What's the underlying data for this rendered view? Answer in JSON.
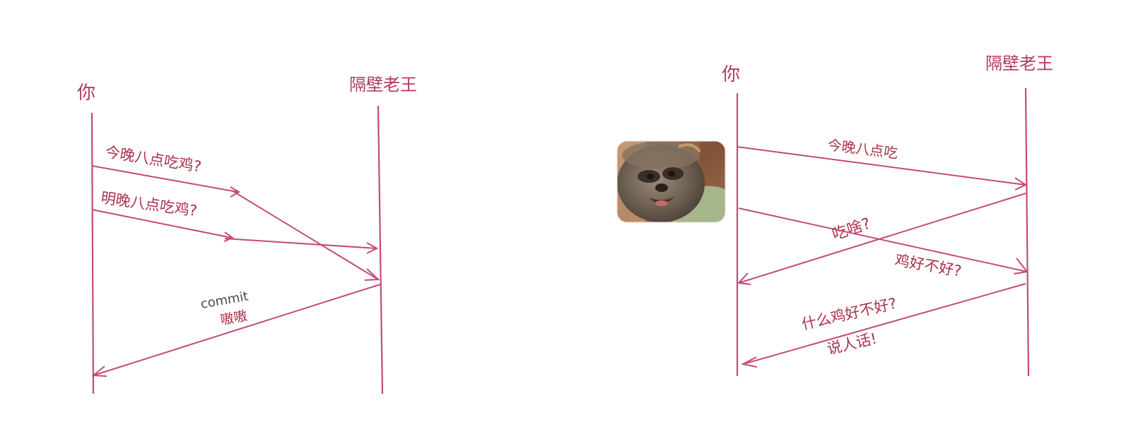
{
  "colors": {
    "line": "#c44a78",
    "participant_text": "#b23a5c",
    "message_text": "#a8324a",
    "commit_text": "#4a4a4a"
  },
  "left_diagram": {
    "participant_a": "你",
    "participant_b": "隔壁老王",
    "msg_1": "今晚八点吃鸡?",
    "msg_2": "明晚八点吃鸡?",
    "msg_3_line1": "commit",
    "msg_3_line2": "嗷嗷"
  },
  "right_diagram": {
    "participant_a": "你",
    "participant_b": "隔壁老王",
    "msg_1": "今晚八点吃",
    "msg_2": "吃啥?",
    "msg_3": "鸡好不好?",
    "msg_4_line1": "什么鸡好不好?",
    "msg_4_line2": "说人话!"
  },
  "sticker": {
    "icon": "sloth-face-icon"
  }
}
